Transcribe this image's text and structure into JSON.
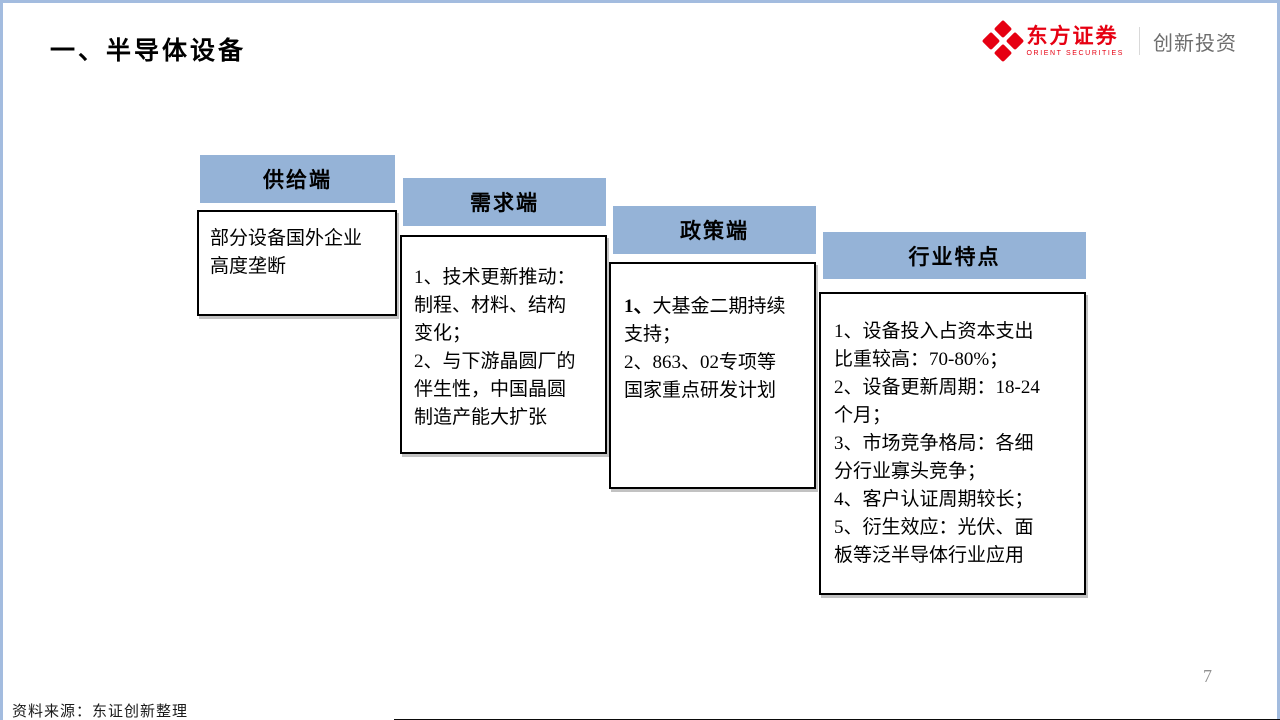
{
  "slide": {
    "title": "一、半导体设备",
    "source": "资料来源：东证创新整理",
    "page_number": "7"
  },
  "logo": {
    "brand_cn": "东方证券",
    "brand_en": "ORIENT SECURITIES",
    "division": "创新投资"
  },
  "colors": {
    "brand_red": "#e60012",
    "header_blue": "#95b3d7",
    "slide_border_blue": "#a3bcdf"
  },
  "diagram": {
    "boxes": [
      {
        "header": "供给端",
        "items": [
          {
            "marker": "",
            "text": "部分设备国外企业\n高度垄断"
          }
        ]
      },
      {
        "header": "需求端",
        "items": [
          {
            "marker": "1、",
            "text": "技术更新推动：\n制程、材料、结构\n变化；"
          },
          {
            "marker": "2、",
            "text": "与下游晶圆厂的\n伴生性，中国晶圆\n制造产能大扩张"
          }
        ]
      },
      {
        "header": "政策端",
        "items": [
          {
            "marker": "1、",
            "text": "大基金二期持续\n支持；"
          },
          {
            "marker": "2、",
            "text": "863、02专项等\n国家重点研发计划"
          }
        ]
      },
      {
        "header": "行业特点",
        "items": [
          {
            "marker": "1、",
            "text": "设备投入占资本支出\n比重较高：70-80%；"
          },
          {
            "marker": "2、",
            "text": "设备更新周期：18-24\n个月；"
          },
          {
            "marker": "3、",
            "text": "市场竞争格局：各细\n分行业寡头竞争；"
          },
          {
            "marker": "4、",
            "text": "客户认证周期较长；"
          },
          {
            "marker": "5、",
            "text": "衍生效应：光伏、面\n板等泛半导体行业应用"
          }
        ]
      }
    ]
  }
}
